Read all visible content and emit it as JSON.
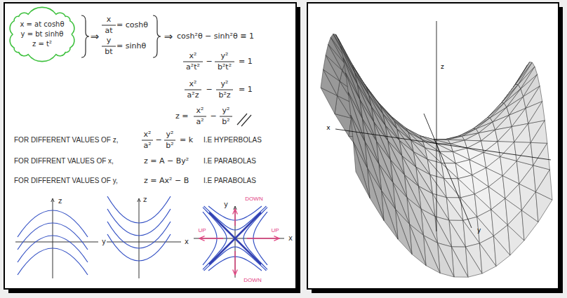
{
  "diagram": {
    "nodes": [
      {
        "text": [
          "x = at coshθ",
          "y = bt sinhθ",
          "z = t²"
        ]
      }
    ],
    "labels": [
      "⇒",
      "x",
      "at",
      "= coshθ",
      "y",
      "bt",
      "= sinhθ",
      "⇒",
      "cosh²θ − sinh²θ ≡ 1",
      "x²",
      "a²t²",
      "−",
      "y²",
      "b²t²",
      "= 1",
      "x²",
      "a²z",
      "−",
      "y²",
      "b²z",
      "= 1",
      "z =",
      "x²",
      "a²",
      "−",
      "y²",
      "b²",
      "FOR DIFFERENT VALUES OF z,",
      "x²",
      "a²",
      "−",
      "y²",
      "b²",
      "= k",
      "I.E HYPERBOLAS",
      "FOR DIFFRENT VALUES OF x,",
      "z = A − By²",
      "I.E PARABOLAS",
      "FOR DIFFERENT VALUES OF y,",
      "z = Ax² − B",
      "I.E PARABOLAS",
      "z",
      "y",
      "z",
      "x",
      "y",
      "x",
      "UP",
      "UP",
      "DOWN",
      "DOWN",
      "z",
      "x",
      "y"
    ]
  }
}
